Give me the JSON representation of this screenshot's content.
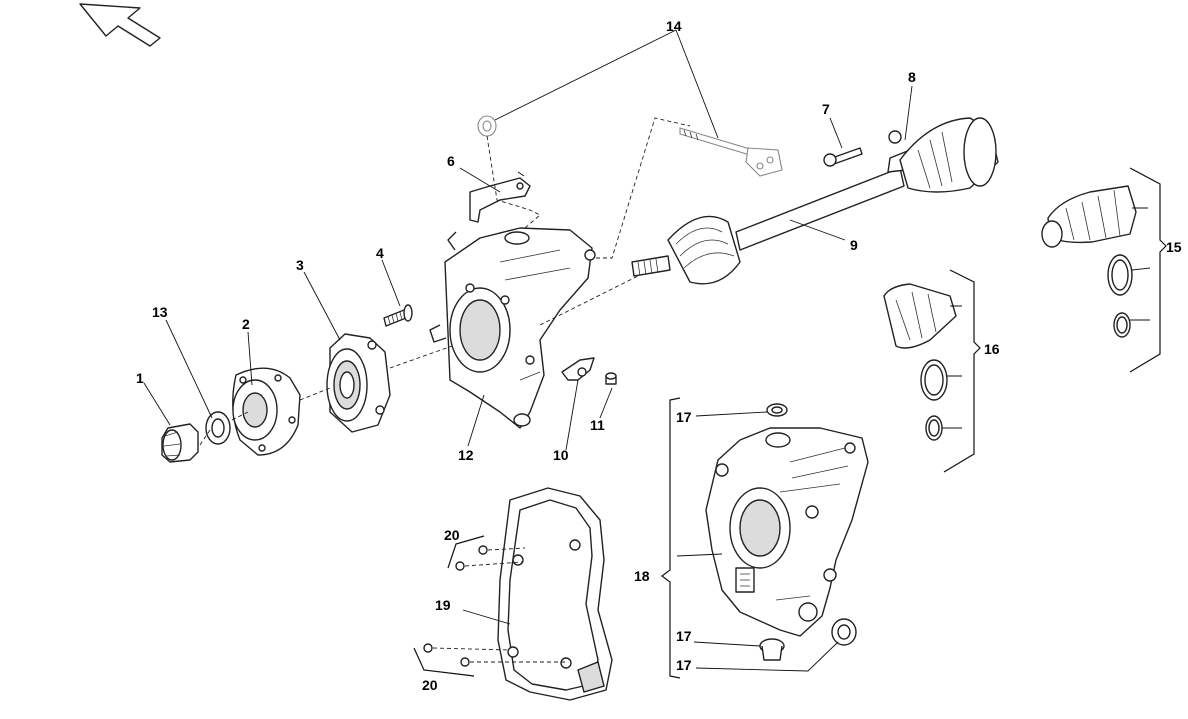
{
  "callouts": {
    "c1": "1",
    "c2": "2",
    "c3": "3",
    "c4": "4",
    "c6": "6",
    "c7": "7",
    "c8": "8",
    "c9": "9",
    "c10": "10",
    "c11": "11",
    "c12": "12",
    "c13": "13",
    "c14": "14",
    "c15": "15",
    "c16": "16",
    "c17a": "17",
    "c17b": "17",
    "c17c": "17",
    "c18": "18",
    "c19": "19",
    "c20a": "20",
    "c20b": "20"
  },
  "icons": {
    "orientation": "direction-arrow-icon"
  }
}
